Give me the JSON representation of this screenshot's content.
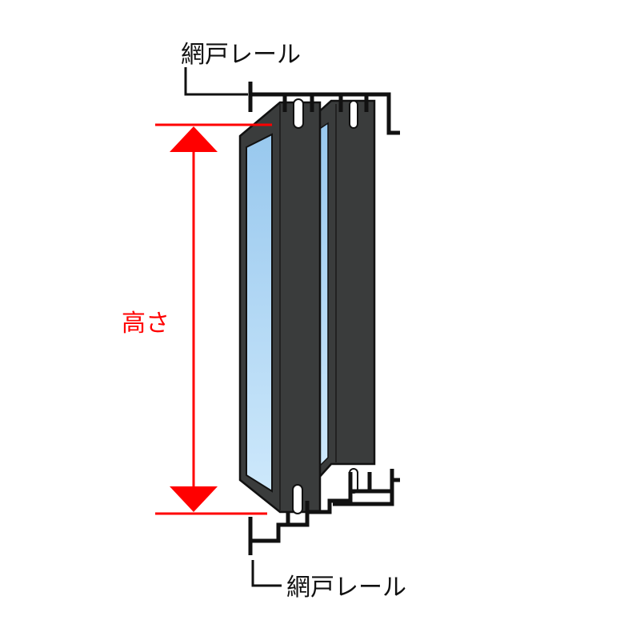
{
  "labels": {
    "top_rail": "網戸レール",
    "bottom_rail": "網戸レール",
    "height": "高さ"
  },
  "colors": {
    "measure": "#ff0000",
    "frame": "#3a3c3c",
    "rail": "#111111",
    "glass_top": "#9fcdf0",
    "glass_bottom": "#c9e6fb"
  }
}
